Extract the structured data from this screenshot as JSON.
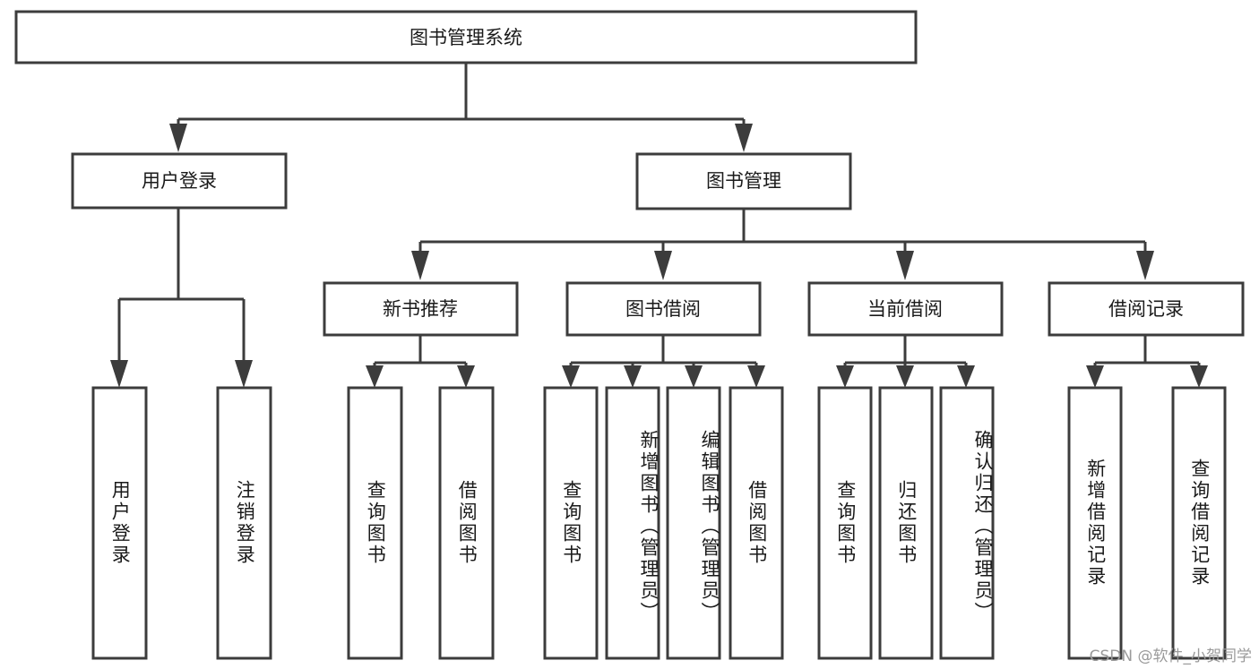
{
  "diagram": {
    "type": "tree",
    "title": "图书管理系统",
    "watermark": "CSDN @软件_小贺同学",
    "colors": {
      "stroke": "#3c3c3c",
      "fill": "#ffffff",
      "text": "#1a1a1a",
      "watermark": "#9a9a9a"
    },
    "nodes": {
      "root": "图书管理系统",
      "level2": {
        "user_login": "用户登录",
        "book_manage": "图书管理"
      },
      "level3": {
        "new_book_rec": "新书推荐",
        "book_borrow": "图书借阅",
        "current_borrow": "当前借阅",
        "borrow_record": "借阅记录"
      },
      "leaves": {
        "user_login_children": [
          "用户登录",
          "注销登录"
        ],
        "new_book_rec_children": [
          "查询图书",
          "借阅图书"
        ],
        "book_borrow_children": [
          "查询图书",
          "新增图书（管理员）",
          "编辑图书（管理员）",
          "借阅图书"
        ],
        "current_borrow_children": [
          "查询图书",
          "归还图书",
          "确认归还（管理员）"
        ],
        "borrow_record_children": [
          "新增借阅记录",
          "查询借阅记录"
        ]
      }
    }
  }
}
